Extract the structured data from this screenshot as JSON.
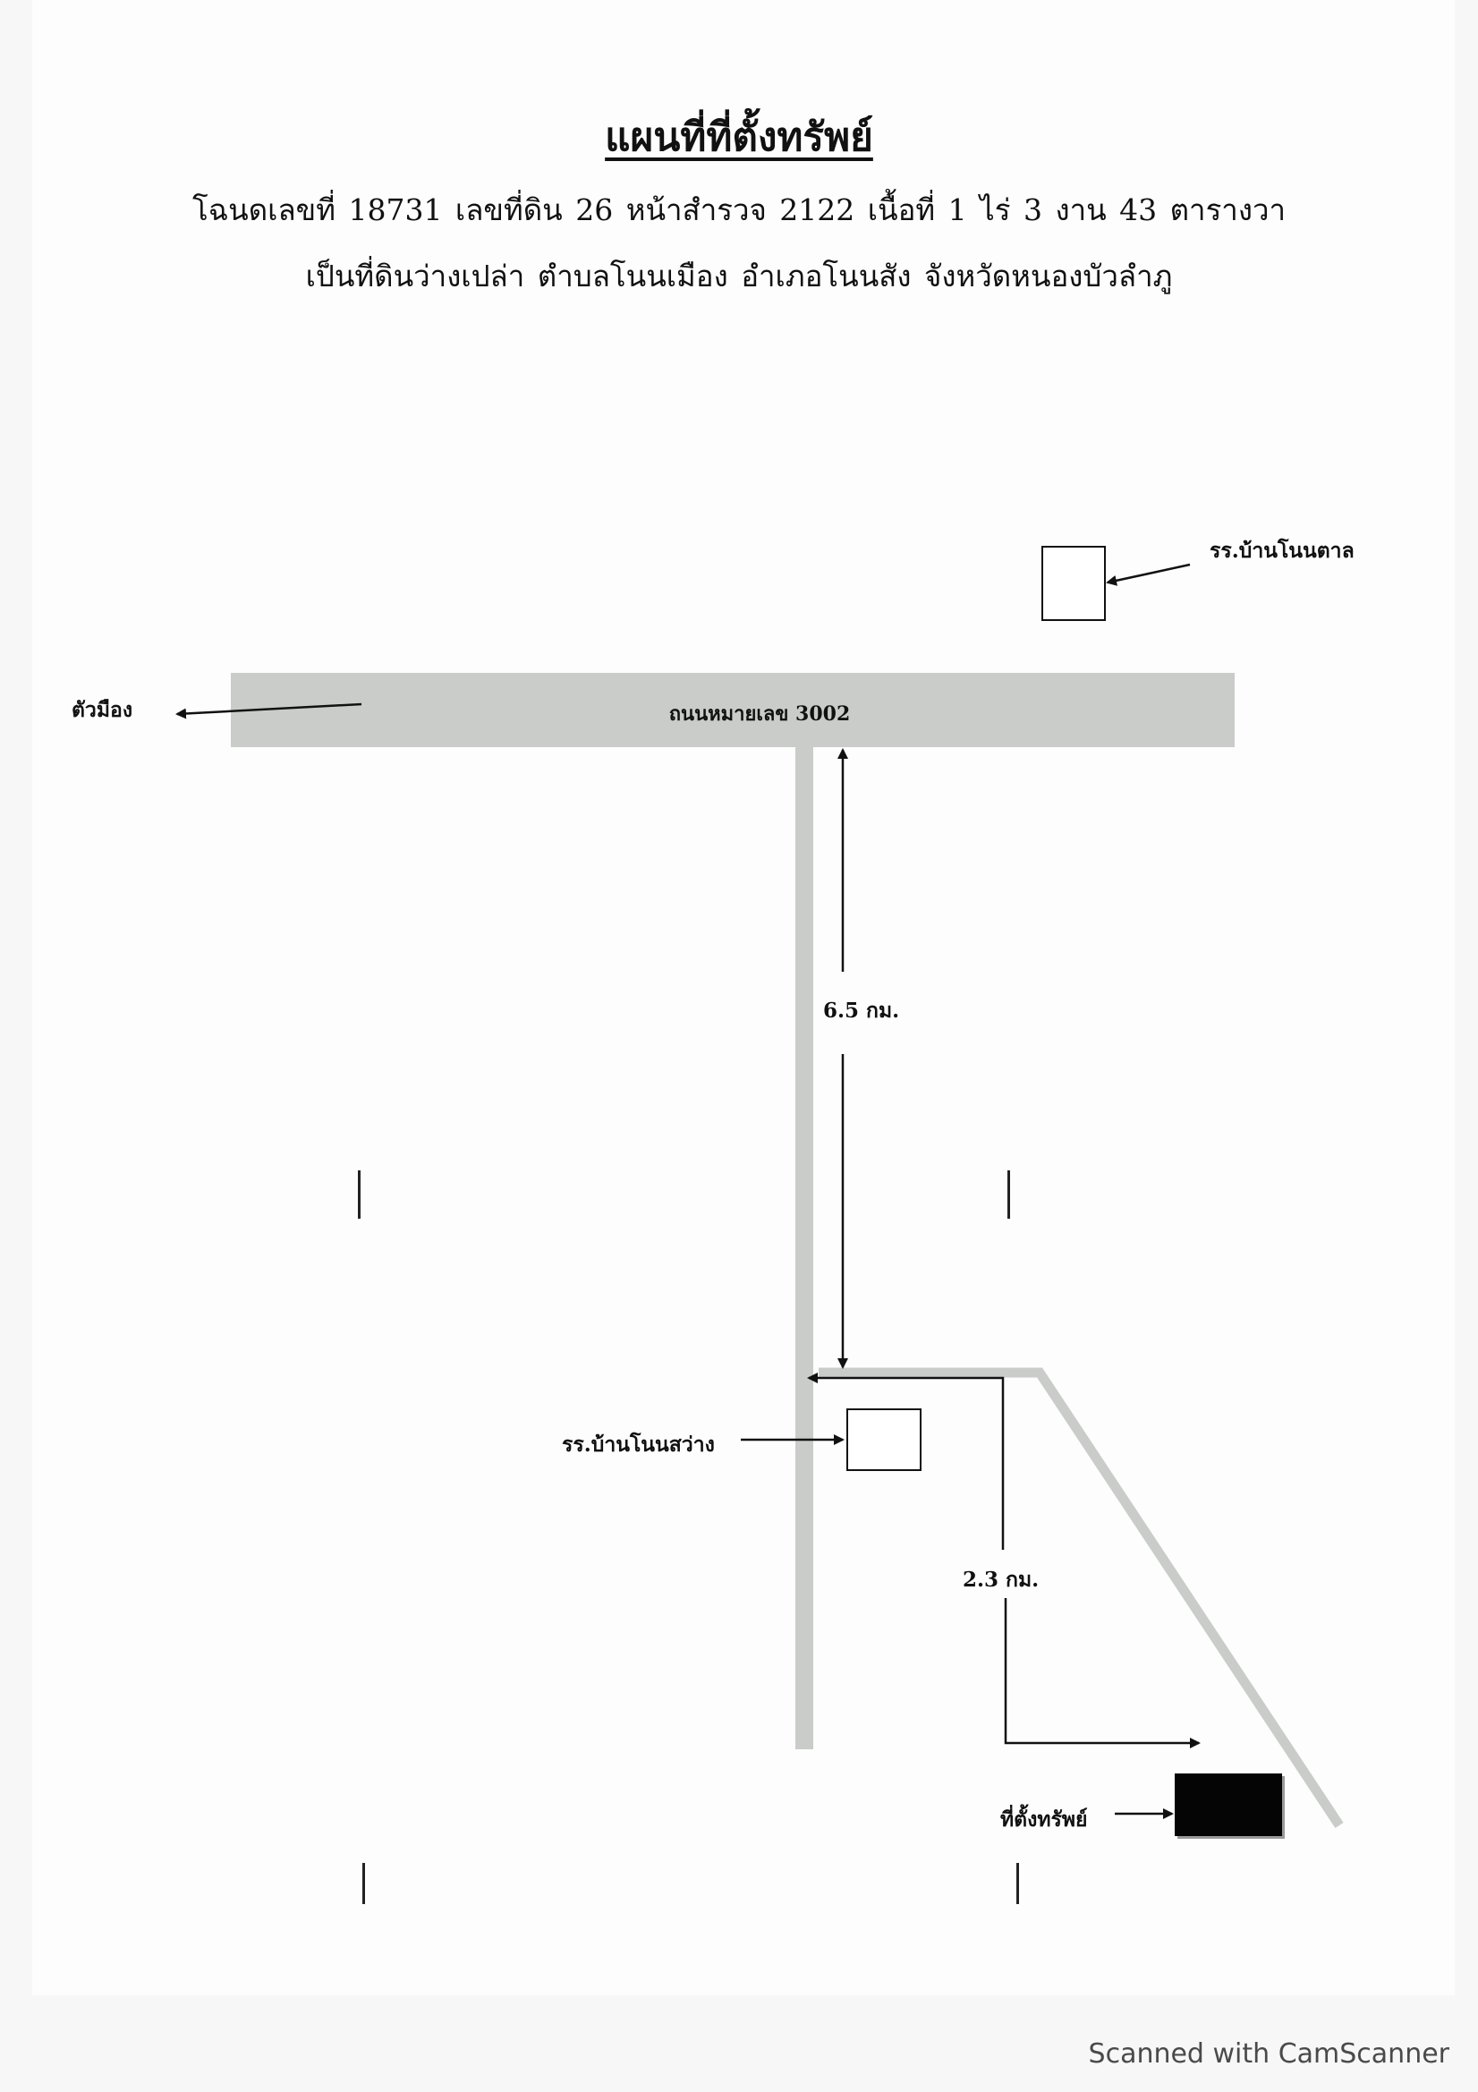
{
  "header": {
    "title": "แผนที่ที่ตั้งทรัพย์",
    "deed_line": "โฉนดเลขที่ 18731   เลขที่ดิน 26    หน้าสำรวจ 2122  เนื้อที่ 1 ไร่ 3 งาน 43 ตารางวา",
    "location_line": "เป็นที่ดินว่างเปล่า   ตำบลโนนเมือง   อำเภอโนนสัง   จังหวัดหนองบัวลำภู"
  },
  "map": {
    "school_north_label": "รร.บ้านโนนตาล",
    "town_label": "ตัวมือง",
    "main_road_label": "ถนนหมายเลข 3002",
    "distance_1": "6.5 กม.",
    "school_mid_label": "รร.บ้านโนนสว่าง",
    "distance_2": "2.3 กม.",
    "property_label": "ที่ตั้งทรัพย์"
  },
  "footer": {
    "scanner_text": "Scanned with CamScanner"
  }
}
